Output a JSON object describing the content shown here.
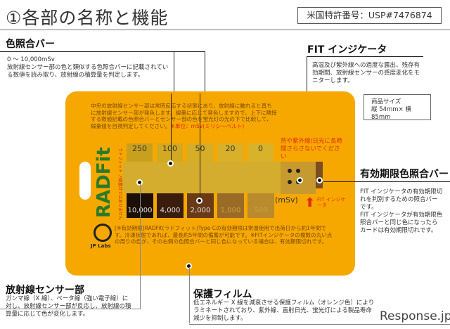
{
  "title": "①各部の名称と機能",
  "patent": "米国特許番号：USP#7476874",
  "color_bar": {
    "heading": "色照合バー",
    "range": "0 ～ 10,000mSv",
    "desc": "放射線センサー部の色と類似する色照合バーに記載されている数値を読み取り、放射線の積算量を判定します。"
  },
  "fit": {
    "heading": "FIT インジケータ",
    "desc": "高温及び紫外線への過度な露出、残存有効期間、放射線センサーの感度変化をモニターします。"
  },
  "size": {
    "line1": "商品サイズ",
    "line2": "縦 54mm× 横 85mm"
  },
  "expiry_bar": {
    "heading": "有効期限色照合バー",
    "desc1": "FIT インジケータの有効期限切れを判別するための照合バーです。",
    "desc2": "FIT インジケータが有効期限色照合バーと同じ色になったらカードは有効期限切れです。"
  },
  "sensor": {
    "heading": "放射線センサー部",
    "desc": "ガンマ線（X 線）、ベータ線（強い電子線）に対し、放射線センサー部が反応し、放射線の積算量に応じて色が変化します。"
  },
  "film": {
    "heading": "保護フィルム",
    "desc": "低エネルギー X 線を減衰させる保護フィルム（オレンジ色）によりラミネートされており、紫外線、直射日光、蛍光灯による製品寿命減少を抑制します。"
  },
  "card": {
    "intro": "中央の放射線センサー部は常時反応する状態にあり、放射線に触れると直ちに放射線センサー部が発色します。線量に応じて発色しますので、上下に隣接する数値記載の色照合バーとセンサー部の色を蛍光灯の光の下で比較して、線量値を目視判定してください。",
    "unit_note": "※単位：mSv(ミリシーベルト)",
    "warning": "熱や紫外線/日光に長時間さらさないでください",
    "top_values": [
      "250",
      "100",
      "50",
      "20",
      "0"
    ],
    "top_colors": [
      "#c9a01e",
      "#d3a922",
      "#d6ad26",
      "#d8b02a",
      "#d9b22c"
    ],
    "bottom_values": [
      "10,000",
      "4,000",
      "2,000",
      "1,000",
      "500"
    ],
    "bottom_colors": [
      "#1c0f08",
      "#3b1d0d",
      "#6a3a16",
      "#9a6b26",
      "#b98b2c"
    ],
    "unit": "(mSv)",
    "fit_label": "FIT インジケータ",
    "brand": "RADFit",
    "brand_kana": "ラドフィット",
    "vertical_note": "↗線量計ではありません",
    "logo": "JP Labs",
    "footer": "[※有効期限]RADFit(ラドフィット)Type Cの有効期限は常温使用で出荷日から約1年間です。冷凍状態であれば、最長約5年間の備蓄が可能です。※FITインジケータの複数の丸い点の周りの色が、その右側の色照合バーと同じ色になっている場合は、有効期限切れです。"
  },
  "watermark": "Response.jp"
}
